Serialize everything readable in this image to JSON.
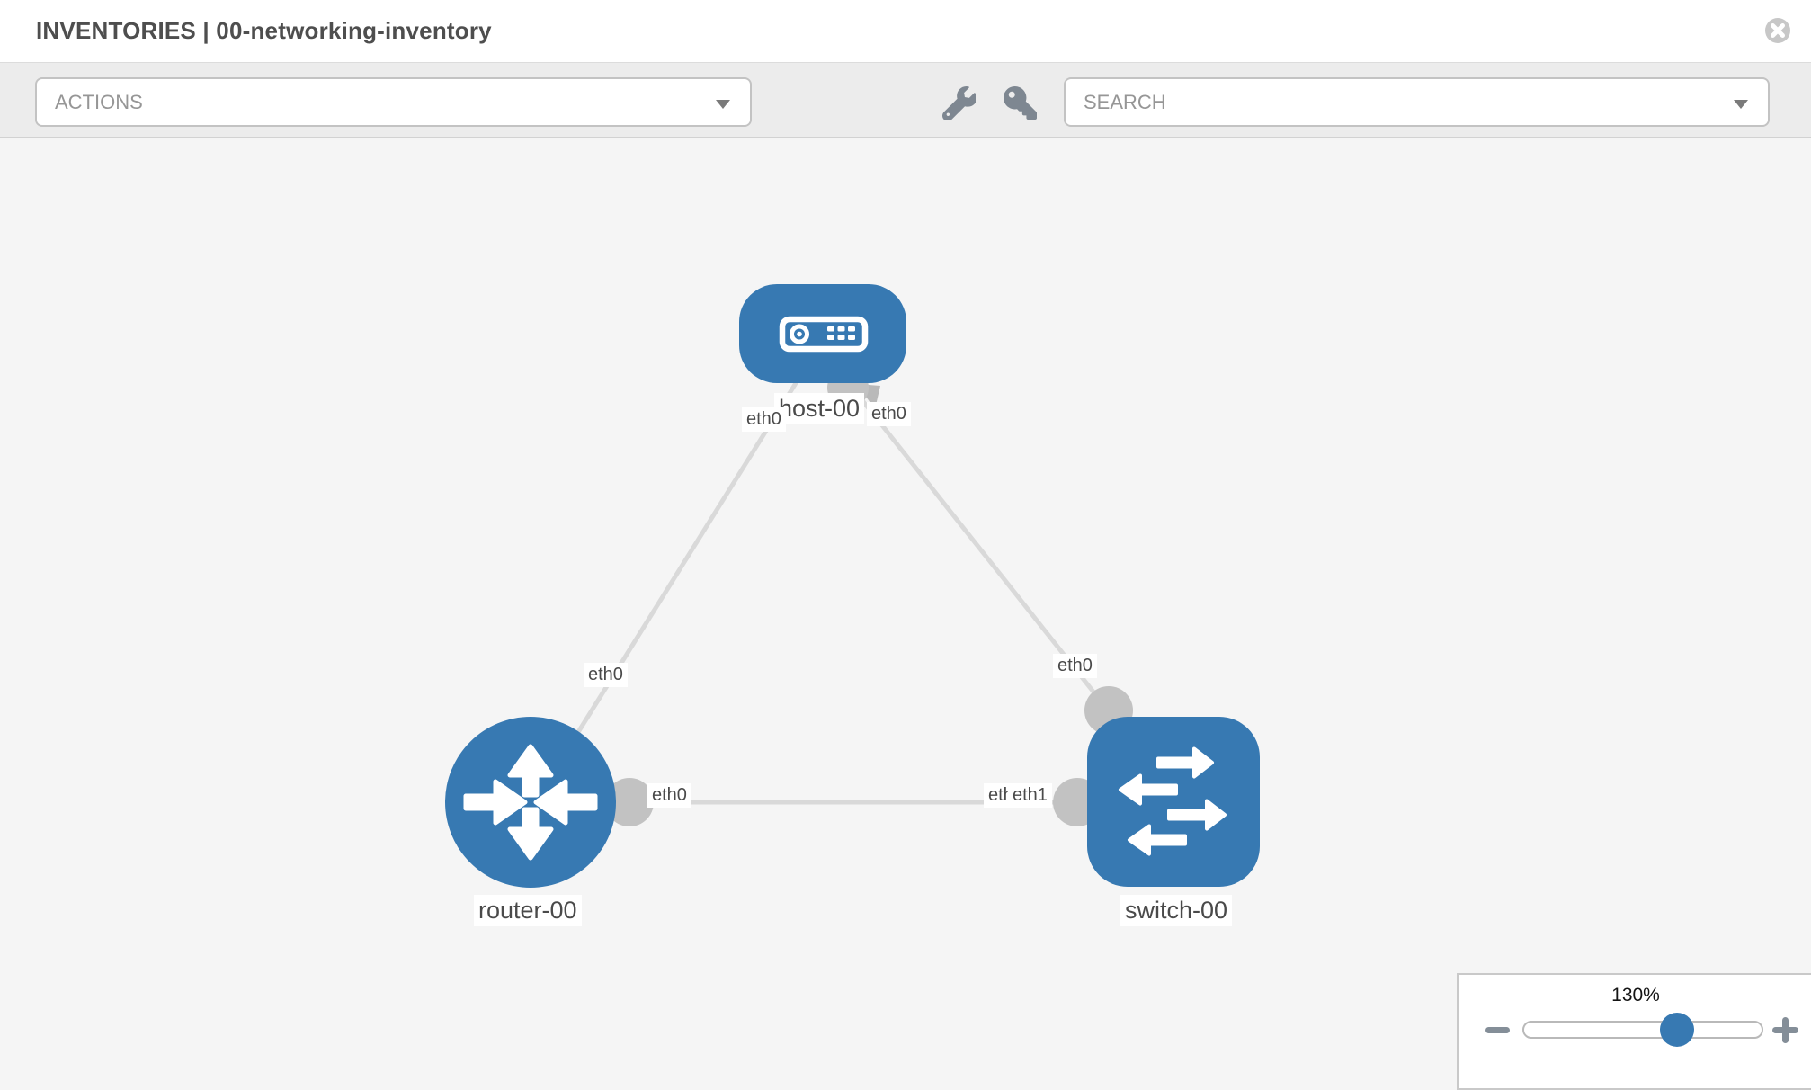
{
  "header": {
    "title": "INVENTORIES | 00-networking-inventory"
  },
  "toolbar": {
    "actions_label": "ACTIONS",
    "search_placeholder": "SEARCH",
    "icons": [
      "wrench-icon",
      "key-icon"
    ]
  },
  "topology": {
    "nodes": [
      {
        "label": "host-00",
        "type": "host",
        "shape": "rounded-rect",
        "icon": "host-icon"
      },
      {
        "label": "router-00",
        "type": "router",
        "shape": "circle",
        "icon": "router-arrows-icon"
      },
      {
        "label": "switch-00",
        "type": "switch",
        "shape": "rounded-square",
        "icon": "switch-arrows-icon"
      }
    ],
    "links": [
      {
        "from": "host-00",
        "from_interface": "eth0",
        "to": "router-00",
        "to_interface": "eth0"
      },
      {
        "from": "host-00",
        "from_interface": "eth0",
        "to": "switch-00",
        "to_interface": "eth0"
      },
      {
        "from": "router-00",
        "from_interface": "eth0",
        "to": "switch-00",
        "to_interface": "eth1"
      }
    ],
    "interface_labels": [
      {
        "text": "eth0",
        "placement": "host-bottom-left"
      },
      {
        "text": "eth0",
        "placement": "host-bottom-right"
      },
      {
        "text": "eth0",
        "placement": "host-router-link-near-router"
      },
      {
        "text": "eth0",
        "placement": "host-switch-link-near-switch"
      },
      {
        "text": "eth0",
        "placement": "router-right-port"
      },
      {
        "text": "eth0",
        "placement": "switch-left-port-behind"
      },
      {
        "text": "eth1",
        "placement": "switch-left-port"
      }
    ]
  },
  "zoom": {
    "level": "130%"
  },
  "colors": {
    "node_blue": "#3779b2",
    "link_gray": "#d9d9d9",
    "port_gray": "#c2c2c2",
    "canvas_bg": "#f5f5f5",
    "toolbar_bg": "#ececec"
  }
}
